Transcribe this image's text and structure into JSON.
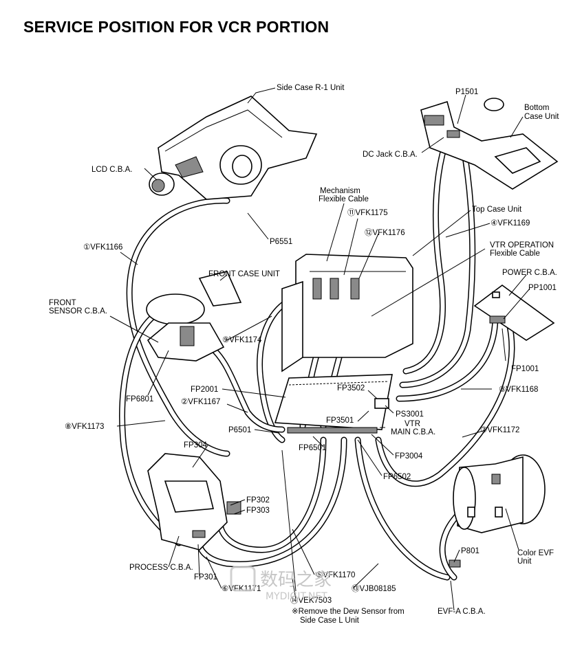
{
  "title": "SERVICE POSITION FOR VCR PORTION",
  "labels": {
    "side_case_r1": "Side Case R-1 Unit",
    "p1501": "P1501",
    "bottom_case": "Bottom\nCase Unit",
    "dc_jack": "DC Jack C.B.A.",
    "lcd_cba": "LCD C.B.A.",
    "mech_flex": "Mechanism\nFlexible Cable",
    "vfk1175": "⑪VFK1175",
    "vfk1176": "⑫VFK1176",
    "top_case": "Top Case Unit",
    "vfk1169": "④VFK1169",
    "vfk1166": "①VFK1166",
    "p6551": "P6551",
    "vtr_op_flex": "VTR OPERATION\nFlexible Cable",
    "power_cba": "POWER C.B.A.",
    "pp1001": "PP1001",
    "front_case": "FRONT  CASE UNIT",
    "front_sensor": "FRONT\nSENSOR C.B.A.",
    "vfk1174": "⑨VFK1174",
    "fp6801": "FP6801",
    "fp1001": "FP1001",
    "fp2001": "FP2001",
    "fp3502": "FP3502",
    "vfk1168": "③VFK1168",
    "vfk1167": "②VFK1167",
    "ps3001": "PS3001",
    "fp3501": "FP3501",
    "vtr_main": "VTR\nMAIN C.B.A.",
    "vfk1173": "⑧VFK1173",
    "p6501": "P6501",
    "vfk1172": "⑦VFK1172",
    "fp304": "FP304",
    "fp6501": "FP6501",
    "fp3004": "FP3004",
    "fp6502": "FP6502",
    "fp302": "FP302",
    "fp303": "FP303",
    "p801": "P801",
    "color_evf": "Color EVF\nUnit",
    "process_cba": "PROCESS C.B.A.",
    "fp301": "FP301",
    "vfk1170": "⑤VFK1170",
    "vfk1171": "⑥VFK1171",
    "vjb08185": "⑬VJB08185",
    "vek7503": "⑭VEK7503",
    "dew_note": "※Remove the Dew Sensor from\nSide Case L Unit",
    "evf_a_cba": "EVF-A C.B.A."
  },
  "watermark": {
    "cn": "数码之家",
    "en": "MYDIGIT.NET"
  }
}
